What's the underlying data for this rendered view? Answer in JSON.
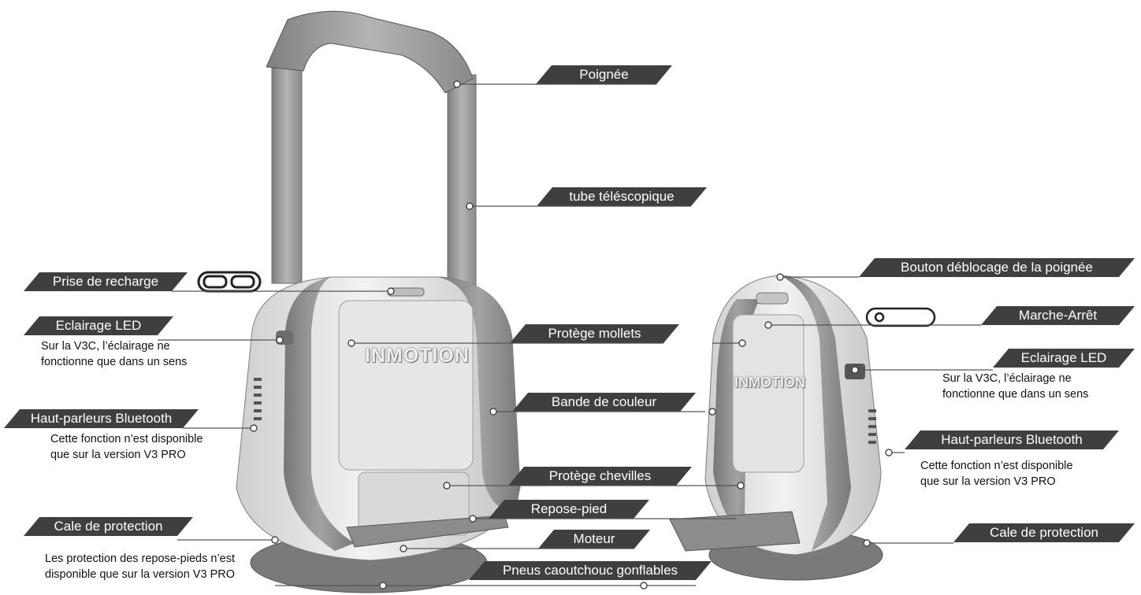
{
  "brand_text": "INMOTION",
  "colors": {
    "label_bg": "#3f3f3f",
    "label_text": "#ffffff",
    "leader_line": "#555555",
    "body_light": "#e9e9e9",
    "body_shade": "#bcbcbc",
    "band": "#8a8a8a",
    "handle": "#9a9a9a"
  },
  "labels": {
    "poignee": "Poignée",
    "tube": "tube téléscopique",
    "prise": "Prise de recharge",
    "eclairage_left": "Eclairage LED",
    "eclairage_left_note": [
      "Sur la V3C, l’éclairage ne",
      "fonctionne que dans un sens"
    ],
    "haut_left": "Haut-parleurs Bluetooth",
    "haut_left_note": [
      "Cette fonction n’est disponible",
      "que sur la version V3 PRO"
    ],
    "cale_left": "Cale de protection",
    "cale_left_note": [
      "Les protection des repose-pieds n’est",
      "disponible que sur la version V3 PRO"
    ],
    "protege_mollets": "Protège mollets",
    "bande": "Bande de couleur",
    "protege_chevilles": "Protège chevilles",
    "repose": "Repose-pied",
    "moteur": "Moteur",
    "pneus": "Pneus caoutchouc gonflables",
    "bouton": "Bouton déblocage de la poignée",
    "marche": "Marche-Arrêt",
    "eclairage_right": "Eclairage LED",
    "eclairage_right_note": [
      "Sur la V3C, l’éclairage",
      "ne",
      "fonctionne que dans un sens"
    ],
    "haut_right": "Haut-parleurs Bluetooth",
    "haut_right_note": [
      "Cette fonction n’est disponible",
      "que sur la version V3 PRO"
    ],
    "cale_right": "Cale de protection"
  }
}
